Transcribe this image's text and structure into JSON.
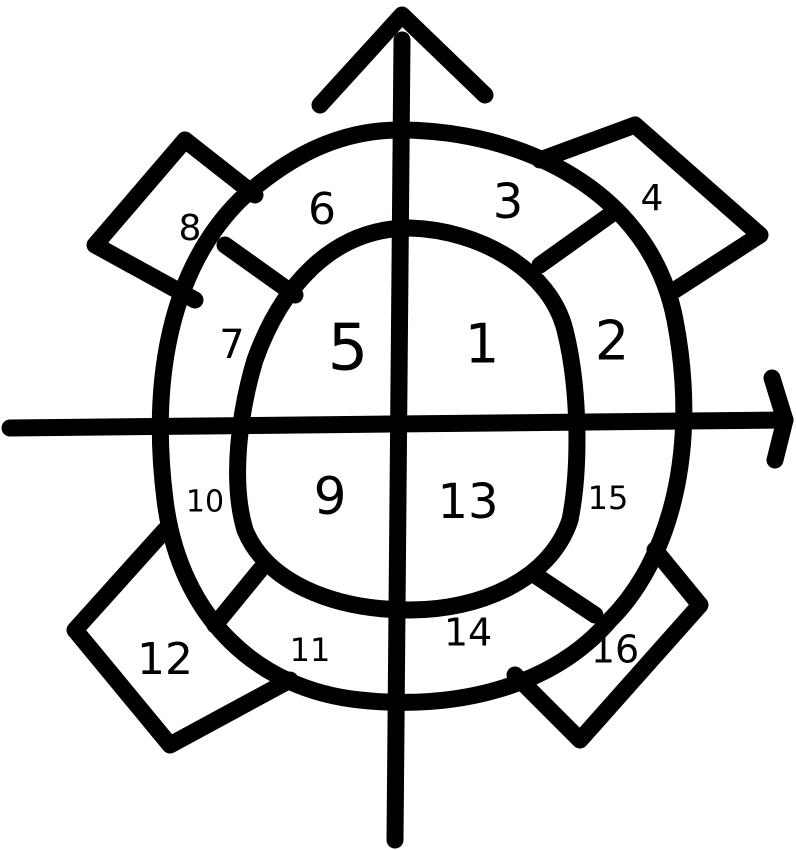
{
  "diagram": {
    "colors": {
      "stroke": "#000000",
      "background": "#ffffff"
    },
    "axes": {
      "horizontal_arrow": "right",
      "vertical_arrow": "up"
    },
    "regions": [
      {
        "id": "r1",
        "label": "1"
      },
      {
        "id": "r2",
        "label": "2"
      },
      {
        "id": "r3",
        "label": "3"
      },
      {
        "id": "r4",
        "label": "4"
      },
      {
        "id": "r5",
        "label": "5"
      },
      {
        "id": "r6",
        "label": "6"
      },
      {
        "id": "r7",
        "label": "7"
      },
      {
        "id": "r8",
        "label": "8"
      },
      {
        "id": "r9",
        "label": "9"
      },
      {
        "id": "r10",
        "label": "10"
      },
      {
        "id": "r11",
        "label": "11"
      },
      {
        "id": "r12",
        "label": "12"
      },
      {
        "id": "r13",
        "label": "13"
      },
      {
        "id": "r14",
        "label": "14"
      },
      {
        "id": "r15",
        "label": "15"
      },
      {
        "id": "r16",
        "label": "16"
      }
    ]
  }
}
